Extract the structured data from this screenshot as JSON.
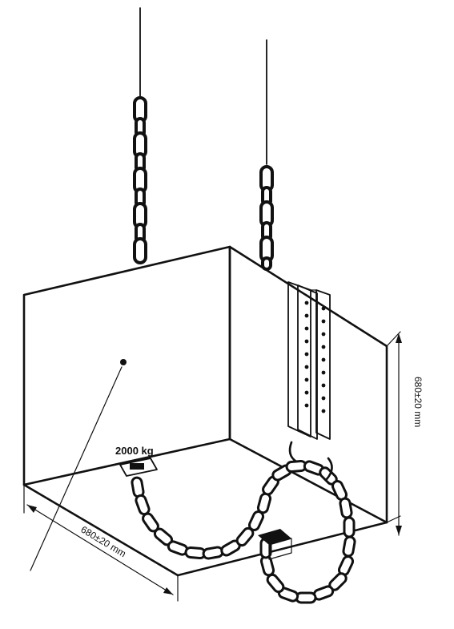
{
  "diagram": {
    "load_label": "2000 kg",
    "depth_dimension_label": "680±20 mm",
    "height_dimension_label": "680±20 mm",
    "ink_color": "#111111",
    "background_color": "#ffffff"
  }
}
